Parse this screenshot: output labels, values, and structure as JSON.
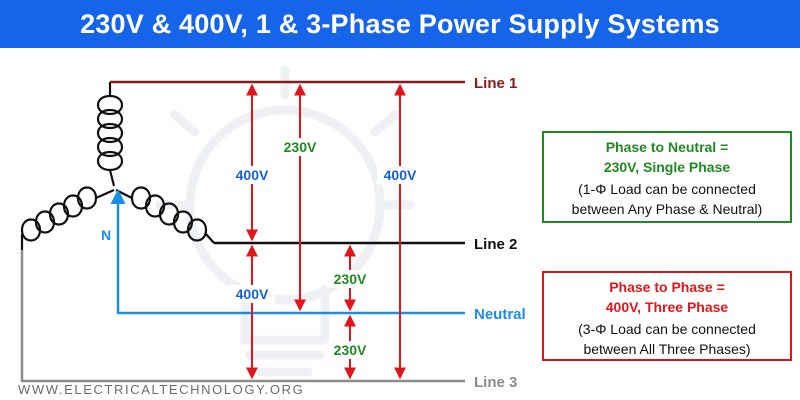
{
  "title": "230V & 400V, 1 & 3-Phase Power Supply Systems",
  "lines": {
    "line1": "Line 1",
    "line2": "Line 2",
    "neutral": "Neutral",
    "line3": "Line 3",
    "neutral_point": "N"
  },
  "voltages": {
    "l1_l2": "400V",
    "l1_n": "230V",
    "l1_l3": "400V",
    "l2_l3": "400V",
    "l2_n": "230V",
    "n_l3": "230V"
  },
  "boxes": {
    "phase_to_neutral": {
      "line1": "Phase to Neutral =",
      "line2": "230V, Single Phase",
      "line3": "(1-Φ Load can be connected",
      "line4": "between Any Phase & Neutral)"
    },
    "phase_to_phase": {
      "line1": "Phase to Phase =",
      "line2": "400V, Three Phase",
      "line3": "(3-Φ Load can be connected",
      "line4": "between All Three Phases)"
    }
  },
  "watermark": "WWW.ELECTRICALTECHNOLOGY.ORG",
  "colors": {
    "header": "#1564ea",
    "line1": "#8b1a1a",
    "line2": "#111111",
    "neutral": "#1a8fe3",
    "line3": "#8c8c8c",
    "arrow_red": "#e0161b",
    "label_green": "#1f8a1f",
    "label_blue": "#1560d8"
  }
}
